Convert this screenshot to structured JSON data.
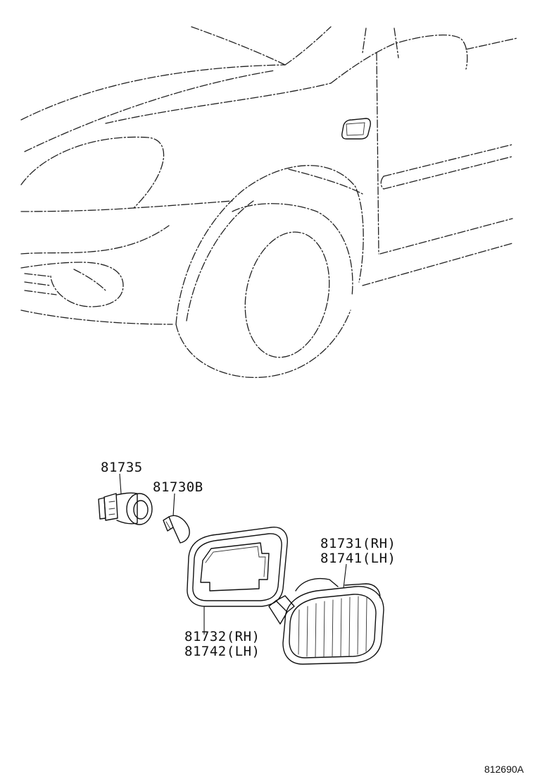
{
  "parts": {
    "socket": "81735",
    "bulb": "81730B",
    "lens_rh": "81731(RH)",
    "lens_lh": "81741(LH)",
    "gasket_rh": "81732(RH)",
    "gasket_lh": "81742(LH)"
  },
  "figure_code": "812690A"
}
